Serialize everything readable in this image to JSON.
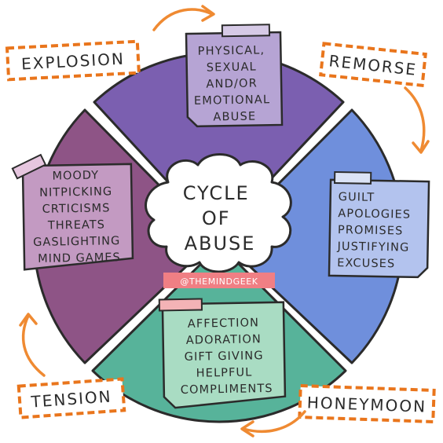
{
  "center": {
    "lines": [
      "CYCLE",
      "OF",
      "ABUSE"
    ],
    "credit": "@THEMINDGEEK"
  },
  "phases": {
    "explosion": {
      "label": "EXPLOSION",
      "note": [
        "PHYSICAL,",
        "SEXUAL",
        "AND/OR",
        "EMOTIONAL",
        "ABUSE"
      ]
    },
    "remorse": {
      "label": "REMORSE",
      "note": [
        "GUILT",
        "APOLOGIES",
        "PROMISES",
        "JUSTIFYING",
        "EXCUSES"
      ]
    },
    "honeymoon": {
      "label": "HONEYMOON",
      "note": [
        "AFFECTION",
        "ADORATION",
        "GIFT GIVING",
        "HELPFUL",
        "COMPLIMENTS"
      ]
    },
    "tension": {
      "label": "TENSION",
      "note": [
        "MOODY",
        "NITPICKING",
        "CRTICISMS",
        "THREATS",
        "GASLIGHTING",
        "MIND GAMES"
      ]
    }
  },
  "colors": {
    "explosion_segment": "#7b5fb0",
    "remorse_segment": "#6f8fdc",
    "honeymoon_segment": "#57b39a",
    "tension_segment": "#8e5486",
    "explosion_note": "#b6a4d4",
    "remorse_note": "#b3c3ee",
    "honeymoon_note": "#a9dcc3",
    "tension_note": "#c39ac2",
    "label_border": "#e9751c",
    "arrow": "#ef8a32",
    "credit_bg": "#f07f84",
    "outline": "#2b2b2b"
  }
}
